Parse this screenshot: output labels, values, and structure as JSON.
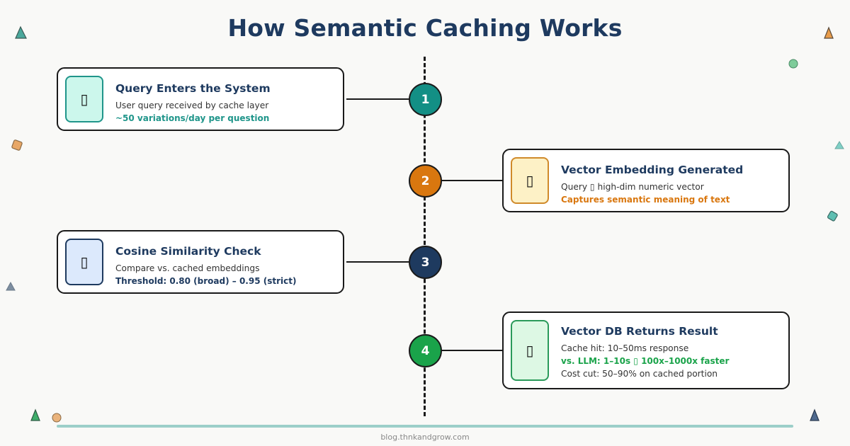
{
  "title": "How Semantic Caching Works",
  "steps": [
    {
      "number": "1",
      "icon": "inbox-icon",
      "icon_glyph": "▯",
      "title": "Query Enters the System",
      "lines": [
        {
          "text": "User query received by cache layer",
          "style": "normal"
        },
        {
          "text": "~50 variations/day per question",
          "style": "accent"
        }
      ],
      "color": "#138f85",
      "icon_bg": "#ccf7ec",
      "icon_border": "#1f958a"
    },
    {
      "number": "2",
      "icon": "vector-icon",
      "icon_glyph": "▯",
      "title": "Vector Embedding Generated",
      "lines": [
        {
          "text": "Query ▯ high-dim numeric vector",
          "style": "normal"
        },
        {
          "text": "Captures semantic meaning of text",
          "style": "accent"
        }
      ],
      "color": "#d9770f",
      "icon_bg": "#fdf1c6",
      "icon_border": "#d08a2a"
    },
    {
      "number": "3",
      "icon": "compare-icon",
      "icon_glyph": "▯",
      "title": "Cosine Similarity Check",
      "lines": [
        {
          "text": "Compare vs. cached embeddings",
          "style": "normal"
        },
        {
          "text": "Threshold: 0.80 (broad) – 0.95 (strict)",
          "style": "accent"
        }
      ],
      "color": "#1e3a5f",
      "icon_bg": "#dce9fc",
      "icon_border": "#1e3a5f"
    },
    {
      "number": "4",
      "icon": "database-icon",
      "icon_glyph": "▯",
      "title": "Vector DB Returns Result",
      "lines": [
        {
          "text": "Cache hit: 10–50ms response",
          "style": "normal"
        },
        {
          "text": "vs. LLM: 1–10s ▯ 100x–1000x faster",
          "style": "accent"
        },
        {
          "text": "Cost cut: 50–90% on cached portion",
          "style": "normal"
        }
      ],
      "color": "#1aa34a",
      "icon_bg": "#ddf8e4",
      "icon_border": "#2a9a5a"
    }
  ],
  "footer": "blog.thnkandgrow.com"
}
